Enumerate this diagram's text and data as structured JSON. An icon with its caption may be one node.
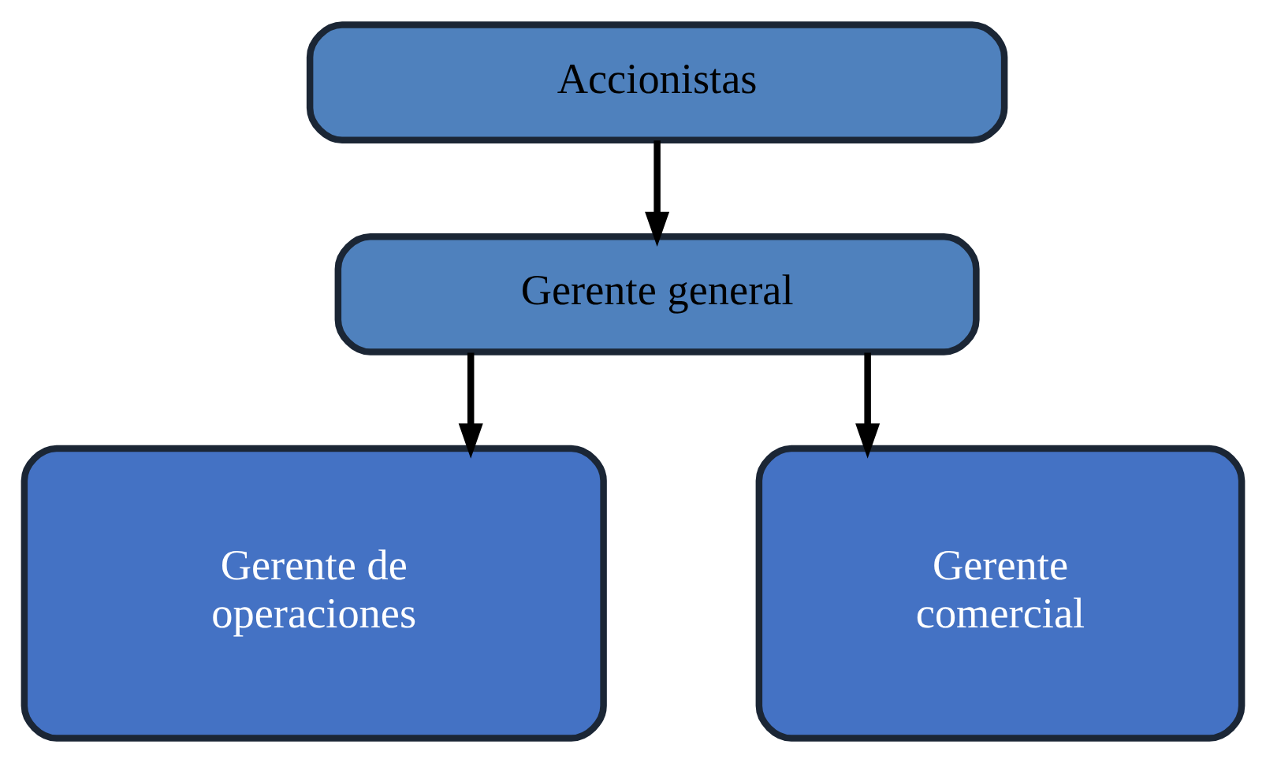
{
  "diagram": {
    "nodes": [
      {
        "text": [
          "Accionistas"
        ]
      },
      {
        "text": [
          "Gerente general"
        ]
      },
      {
        "text": [
          "Gerente de operaciones"
        ]
      },
      {
        "text": [
          "Gerente comercial"
        ]
      }
    ],
    "edges": [
      {
        "from": 0,
        "to": 1,
        "arrow": "to"
      },
      {
        "from": 1,
        "to": 2,
        "arrow": "to"
      },
      {
        "from": 1,
        "to": 3,
        "arrow": "to"
      }
    ]
  }
}
